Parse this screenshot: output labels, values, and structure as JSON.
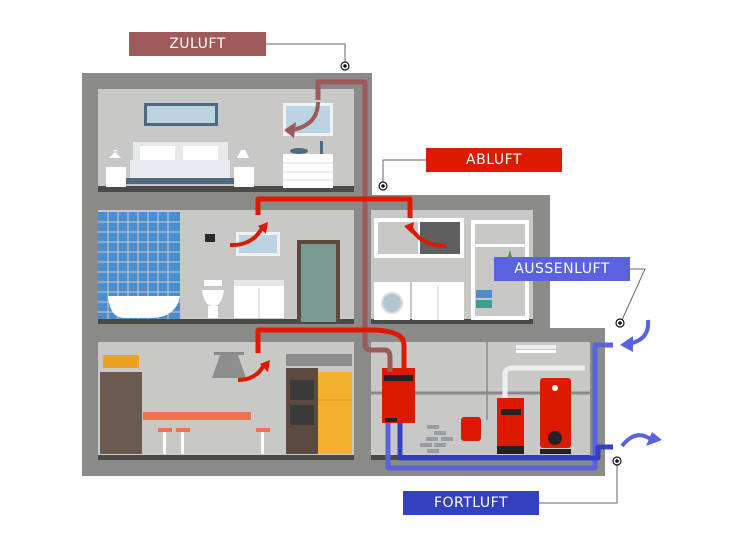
{
  "labels": {
    "zuluft": "ZULUFT",
    "abluft": "ABLUFT",
    "aussenluft": "AUSSENLUFT",
    "fortluft": "FORTLUFT"
  },
  "colors": {
    "zuluft": "#9e5a5a",
    "abluft": "#dd1a00",
    "aussenluft": "#5a62e0",
    "fortluft": "#3340c0",
    "wall": "#8a8a88",
    "room": "#c8c9c7"
  }
}
